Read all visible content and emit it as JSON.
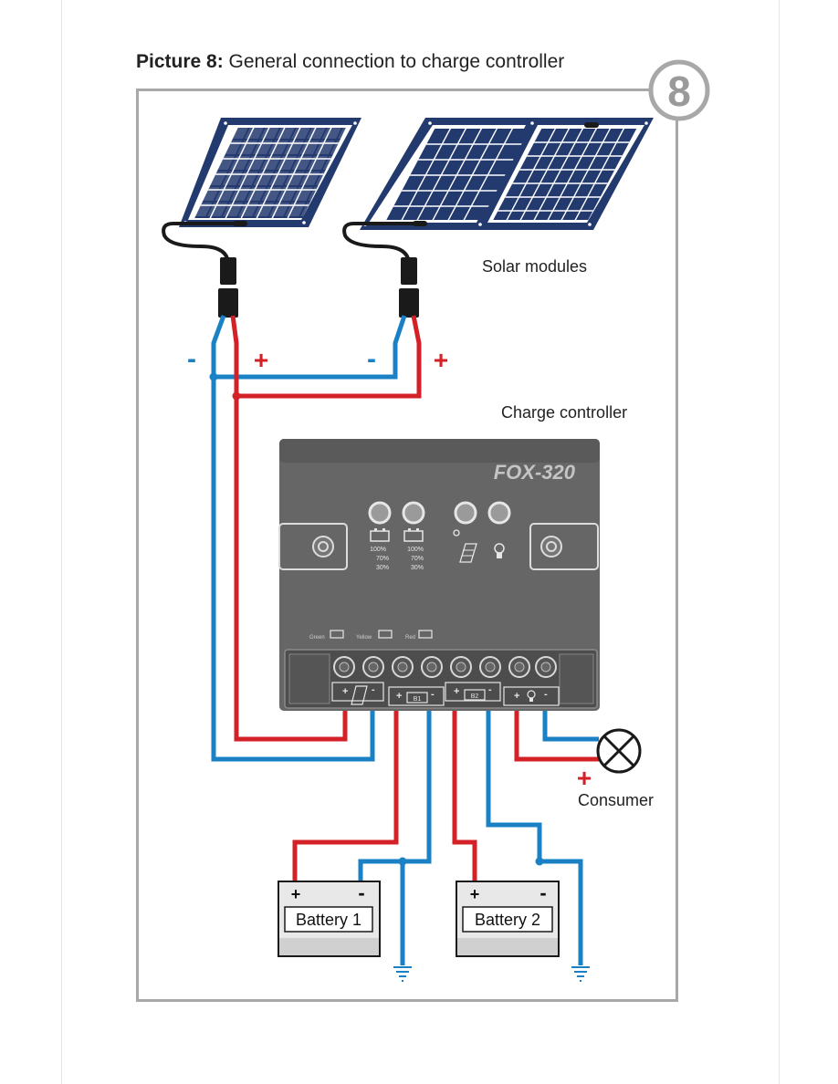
{
  "title": {
    "prefix": "Picture 8:",
    "text": " General connection to charge controller"
  },
  "badge": "8",
  "labels": {
    "solar_modules": "Solar modules",
    "charge_controller": "Charge controller",
    "consumer": "Consumer"
  },
  "polarity": {
    "minus": "-",
    "plus": "+"
  },
  "controller": {
    "model": "FOX-320",
    "battery_levels": [
      "100%",
      "70%",
      "30%"
    ],
    "status_labels": {
      "green": "Green",
      "yellow": "Yellow",
      "red": "Red"
    },
    "terminal_b1": "B1",
    "terminal_b2": "B2"
  },
  "batteries": {
    "battery1": "Battery 1",
    "battery2": "Battery 2"
  },
  "colors": {
    "positive_wire": "#d42027",
    "negative_wire": "#1a82c4",
    "panel_blue": "#233a6e",
    "controller_body": "#666666",
    "frame": "#a8a8a8"
  }
}
